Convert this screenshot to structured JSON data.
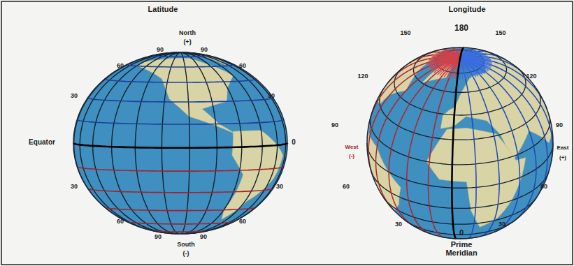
{
  "diagram": {
    "labels": [
      "Latitude",
      "North",
      "(+)",
      "90",
      "90",
      "60",
      "60",
      "30",
      "30",
      "Equator",
      "0",
      "30",
      "30",
      "60",
      "60",
      "90",
      "90",
      "South",
      "(-)",
      "Longitude",
      "180",
      "150",
      "150",
      "120",
      "120",
      "West",
      "(-)",
      "90",
      "90",
      "East",
      "(+)",
      "60",
      "60",
      "30",
      "30",
      "0",
      "Prime Meridian"
    ]
  }
}
